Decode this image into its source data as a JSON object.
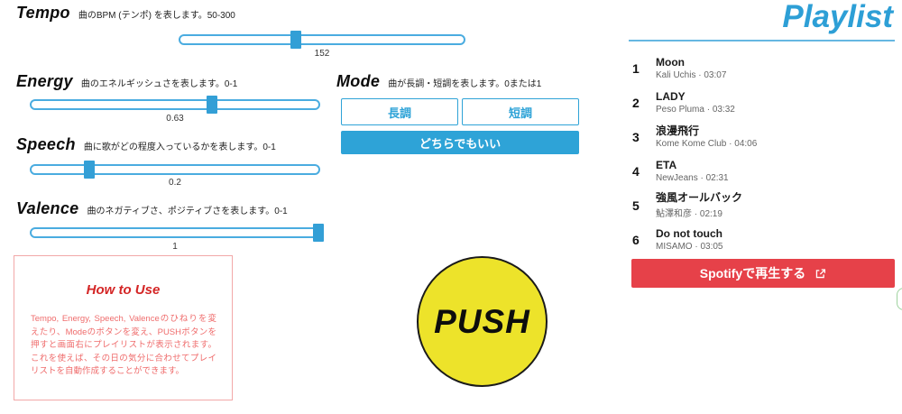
{
  "sliders": [
    {
      "id": "tempo",
      "label": "Tempo",
      "description": "曲のBPM (テンポ) を表します。50-300",
      "value": "152",
      "percent": 40.8
    },
    {
      "id": "energy",
      "label": "Energy",
      "description": "曲のエネルギッシュさを表します。0-1",
      "value": "0.63",
      "percent": 63
    },
    {
      "id": "speech",
      "label": "Speech",
      "description": "曲に歌がどの程度入っているかを表します。0-1",
      "value": "0.2",
      "percent": 20
    },
    {
      "id": "valence",
      "label": "Valence",
      "description": "曲のネガティブさ、ポジティブさを表します。0-1",
      "value": "1",
      "percent": 100
    }
  ],
  "mode": {
    "label": "Mode",
    "description": "曲が長調・短調を表します。0または1",
    "major_label": "長調",
    "minor_label": "短調",
    "either_label": "どちらでもいい"
  },
  "push_button": {
    "label": "PUSH"
  },
  "how_to_use": {
    "title": "How to Use",
    "body": "Tempo, Energy, Speech, Valenceのひねりを変えたり、Modeのボタンを変え、PUSHボタンを押すと画面右にプレイリストが表示されます。これを使えば、その日の気分に合わせてプレイリストを自動作成することができます。"
  },
  "playlist": {
    "title": "Playlist",
    "separator": " · ",
    "tracks": [
      {
        "number": "1",
        "title": "Moon",
        "artist": "Kali Uchis",
        "duration": "03:07"
      },
      {
        "number": "2",
        "title": "LADY",
        "artist": "Peso Pluma",
        "duration": "03:32"
      },
      {
        "number": "3",
        "title": "浪漫飛行",
        "artist": "Kome Kome Club",
        "duration": "04:06"
      },
      {
        "number": "4",
        "title": "ETA",
        "artist": "NewJeans",
        "duration": "02:31"
      },
      {
        "number": "5",
        "title": "強風オールバック",
        "artist": "鮎澤和彦",
        "duration": "02:19"
      },
      {
        "number": "6",
        "title": "Do not touch",
        "artist": "MISAMO",
        "duration": "03:05"
      }
    ],
    "spotify_button_label": "Spotifyで再生する",
    "spotify_icon": "external-link-icon"
  },
  "colors": {
    "accent_blue": "#2ea3d7",
    "slider_blue": "#339fd6",
    "playlist_blue": "#2d9fd6",
    "push_yellow": "#ede32a",
    "spotify_red": "#e64149",
    "howto_title_red": "#d42626",
    "howto_body_pink": "#ef6c6c",
    "edge_green": "#9fd39f"
  }
}
